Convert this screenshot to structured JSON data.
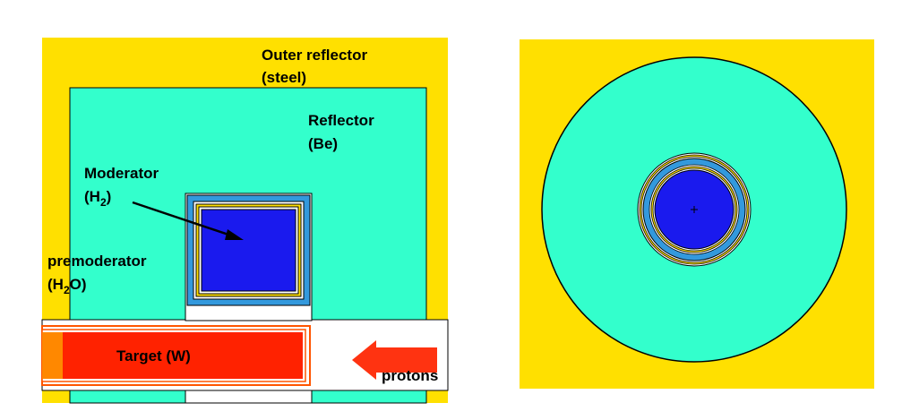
{
  "colors": {
    "steel": "#ffe000",
    "beryllium": "#33ffcc",
    "hydrogen": "#1a1aee",
    "water": "#3399dd",
    "target": "#ff2200",
    "target_end": "#ff8800",
    "arrow": "#ff3311",
    "void": "#ffffff",
    "outline": "#000000"
  },
  "left_panel": {
    "labels": {
      "outer_reflector_line1": "Outer reflector",
      "outer_reflector_line2": "(steel)",
      "reflector_line1": "Reflector",
      "reflector_line2": "(Be)",
      "moderator_line1": "Moderator",
      "moderator_h": "(H",
      "moderator_sub": "2",
      "moderator_close": ")",
      "premoderator_line1": "premoderator",
      "premoderator_h": "(H",
      "premoderator_sub": "2",
      "premoderator_close": "O)",
      "target": "Target (W)",
      "protons": "protons"
    }
  },
  "right_panel": {}
}
